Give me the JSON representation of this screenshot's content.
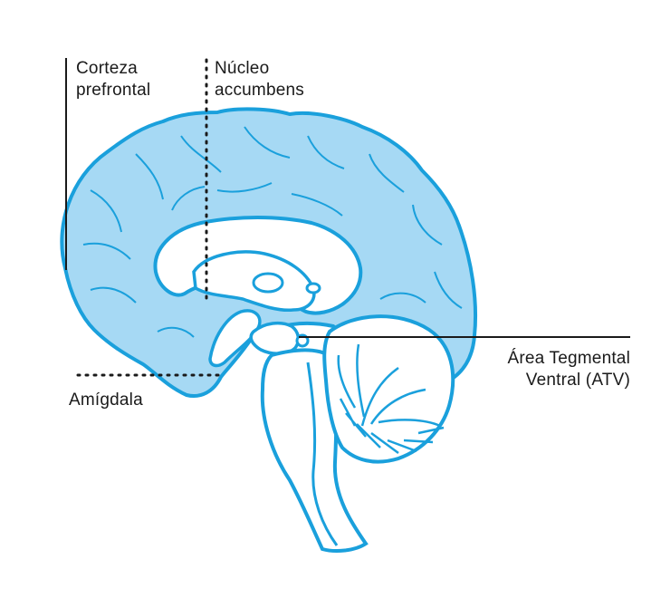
{
  "labels": {
    "prefrontal_cortex": {
      "line1": "Corteza",
      "line2": "prefrontal"
    },
    "nucleus_accumbens": {
      "line1": "Núcleo",
      "line2": "accumbens"
    },
    "amygdala": {
      "line1": "Amígdala"
    },
    "vta": {
      "line1": "Área Tegmental",
      "line2": "Ventral (ATV)"
    }
  },
  "colors": {
    "brain_fill": "#a6d9f4",
    "outline": "#1aa0dc",
    "inner_fill": "#ffffff",
    "pointer": "#1a1a1a",
    "text": "#1a1a1a"
  }
}
